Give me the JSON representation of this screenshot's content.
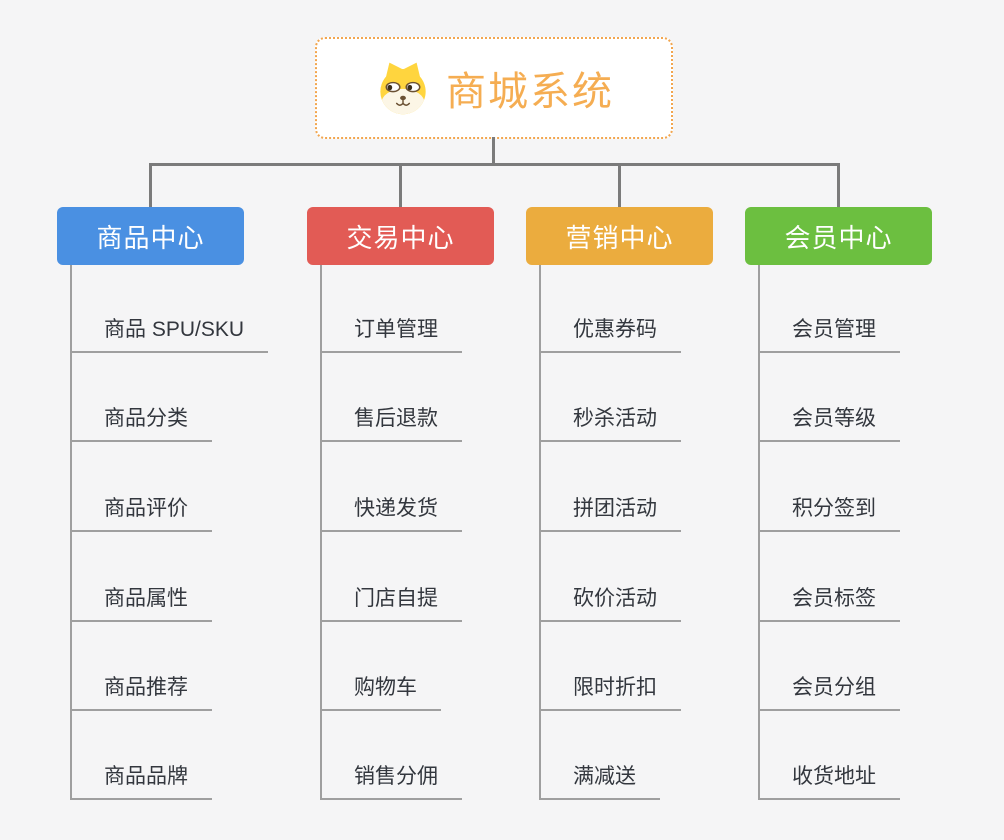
{
  "root": {
    "title": "商城系统",
    "icon": "dog-icon",
    "text_color": "#f5ad52",
    "border_color": "#f2a64f",
    "background": "#ffffff"
  },
  "palette": {
    "page_background": "#f5f5f6",
    "trunk_connector": "#7b7b7b",
    "branch_line": "#9f9f9f",
    "leaf_text": "#33373e"
  },
  "categories": [
    {
      "label": "商品中心",
      "color": "#4a90e2",
      "children": [
        "商品 SPU/SKU",
        "商品分类",
        "商品评价",
        "商品属性",
        "商品推荐",
        "商品品牌"
      ]
    },
    {
      "label": "交易中心",
      "color": "#e25b55",
      "children": [
        "订单管理",
        "售后退款",
        "快递发货",
        "门店自提",
        "购物车",
        "销售分佣"
      ]
    },
    {
      "label": "营销中心",
      "color": "#ebac3e",
      "children": [
        "优惠券码",
        "秒杀活动",
        "拼团活动",
        "砍价活动",
        "限时折扣",
        "满减送"
      ]
    },
    {
      "label": "会员中心",
      "color": "#6cbf40",
      "children": [
        "会员管理",
        "会员等级",
        "积分签到",
        "会员标签",
        "会员分组",
        "收货地址"
      ]
    }
  ]
}
